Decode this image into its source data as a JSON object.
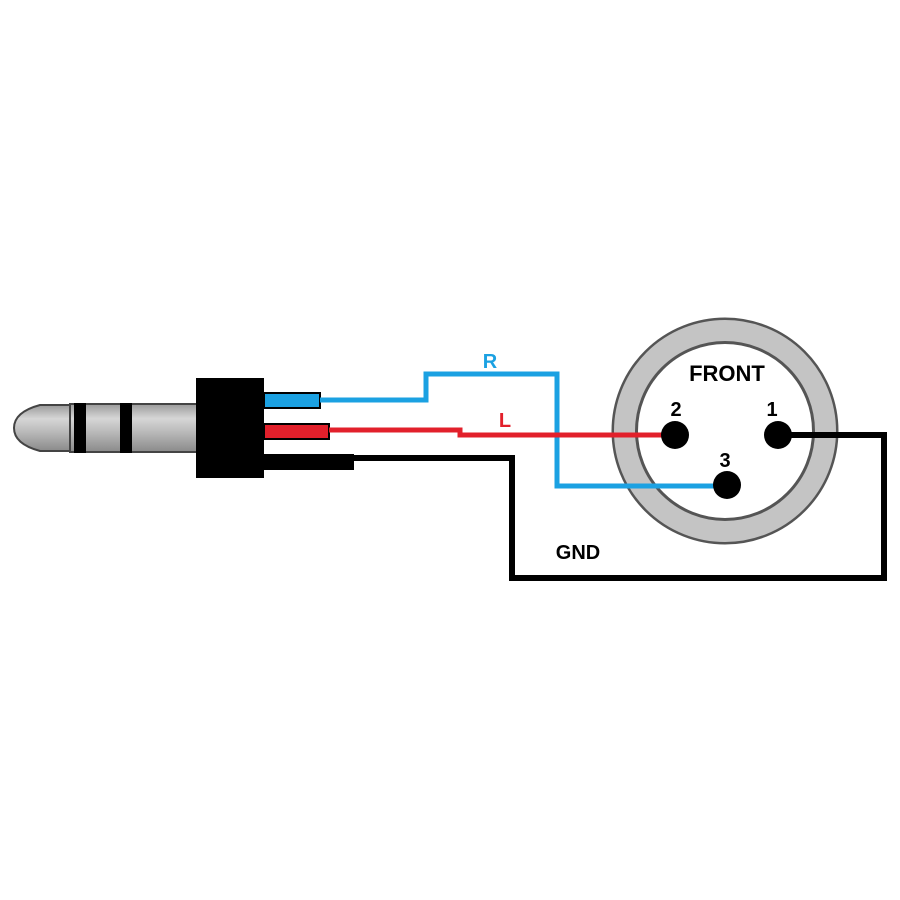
{
  "colors": {
    "right_wire": "#1ba1e2",
    "left_wire": "#e2202b",
    "ground_wire": "#000000",
    "connector_ring": "#c4c4c4",
    "plug_body": "#000000",
    "plug_metal": "#b8b8b8"
  },
  "labels": {
    "right": "R",
    "left": "L",
    "ground": "GND",
    "front": "FRONT",
    "pin1": "1",
    "pin2": "2",
    "pin3": "3"
  }
}
